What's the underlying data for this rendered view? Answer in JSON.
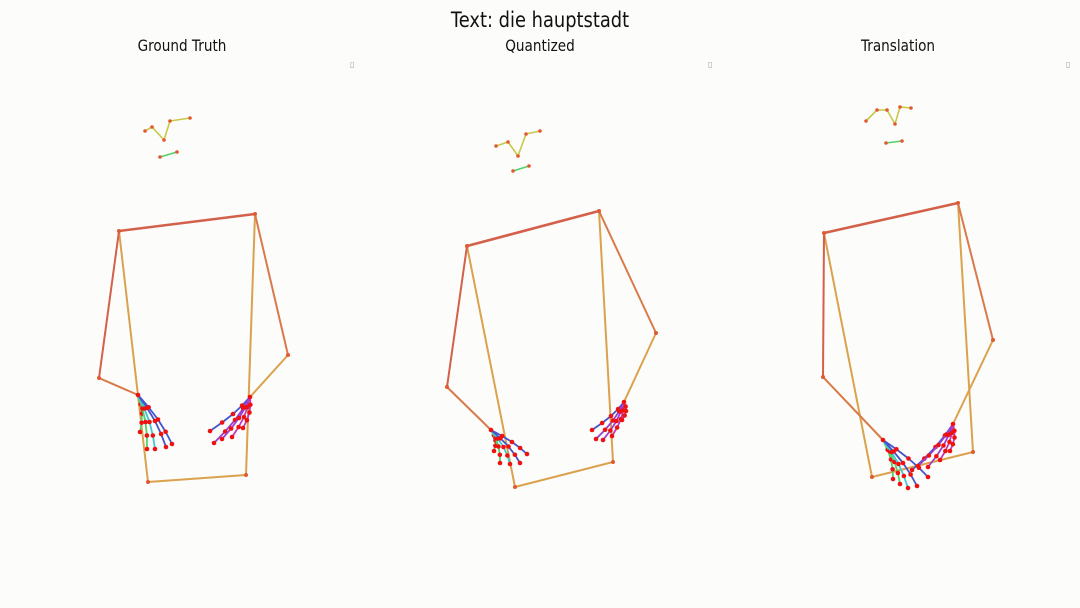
{
  "title": "Text: die hauptstadt",
  "panels": [
    "Ground Truth",
    "Quantized",
    "Translation"
  ],
  "panel_marker": "▯",
  "colors": {
    "upper_arm": "#d4604a",
    "torso_side": "#dba24e",
    "forearm": "#d97a4a",
    "hand_joint": "#ee1111",
    "finger_green": "#55d06a",
    "finger_cyan": "#3ec8d8",
    "finger_blue": "#4455cc",
    "finger_purple": "#9b3fcf",
    "finger_magenta": "#c23ab8",
    "face_line": "#c8c84a",
    "face_joint": "#e05a30"
  }
}
